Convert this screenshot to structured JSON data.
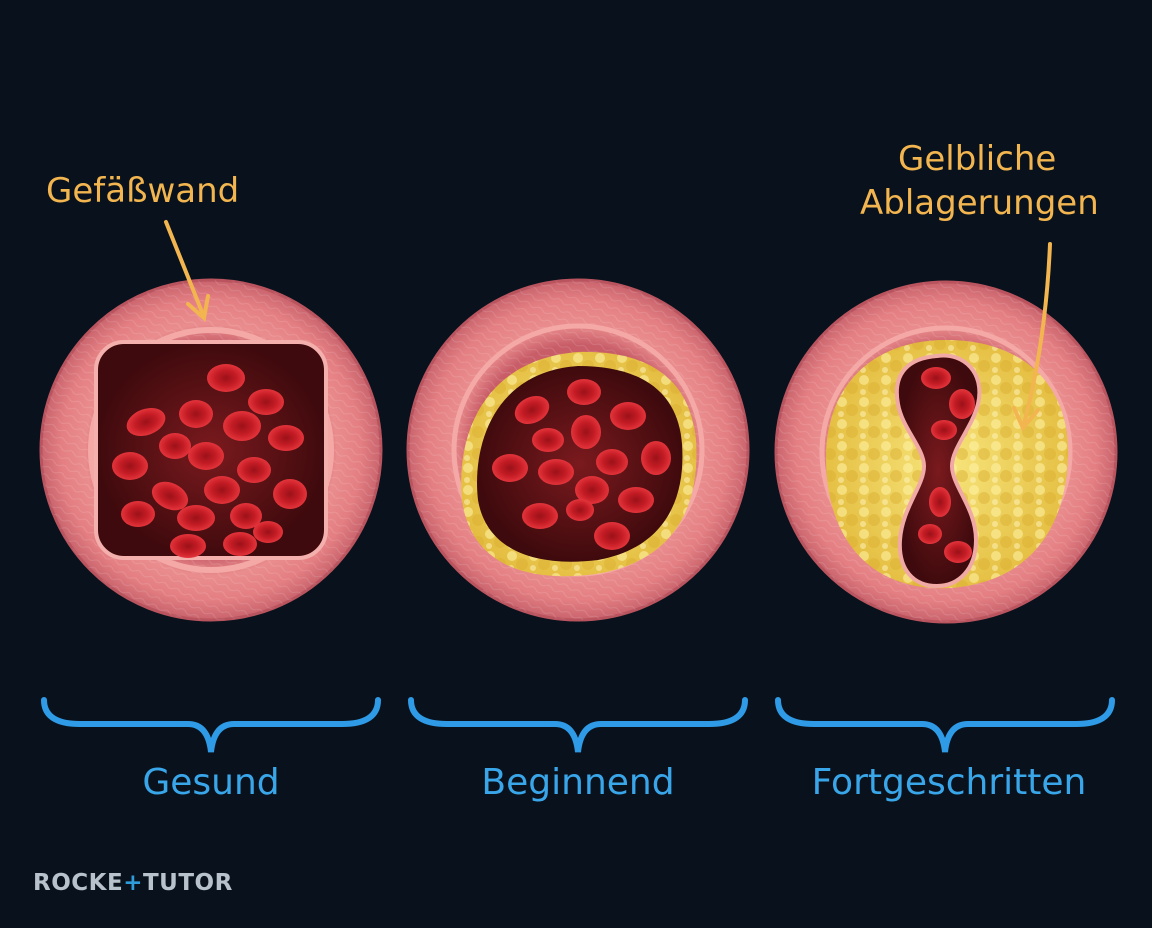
{
  "annotations": {
    "wall": "Gefäßwand",
    "deposits_line1": "Gelbliche",
    "deposits_line2": "Ablagerungen"
  },
  "stages": [
    {
      "label": "Gesund"
    },
    {
      "label": "Beginnend"
    },
    {
      "label": "Fortgeschritten"
    }
  ],
  "logo": {
    "part1": "ROCKE",
    "part2": "+",
    "part3": "TUTOR"
  },
  "colors": {
    "background": "#09121c",
    "vessel_wall": "#e98a8b",
    "lumen": "#5a1013",
    "blood_cell": "#d4202a",
    "plaque": "#f0d24a",
    "annotation_text": "#f2b54f",
    "stage_text": "#3aa6ea"
  }
}
